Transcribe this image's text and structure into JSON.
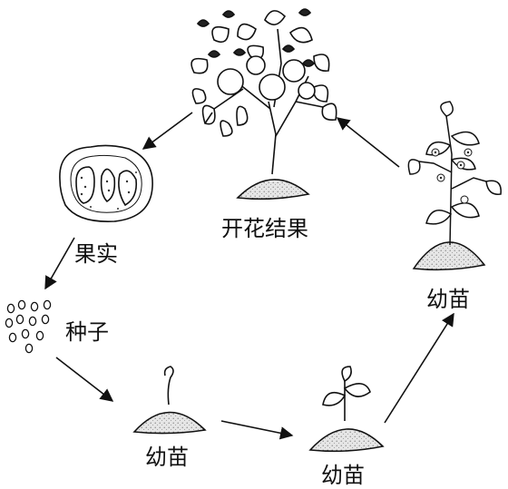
{
  "diagram": {
    "stages": {
      "flowering_fruiting": "开花结果",
      "fruit": "果实",
      "seed": "种子",
      "seedling_1": "幼苗",
      "seedling_2": "幼苗",
      "seedling_3": "幼苗"
    }
  }
}
